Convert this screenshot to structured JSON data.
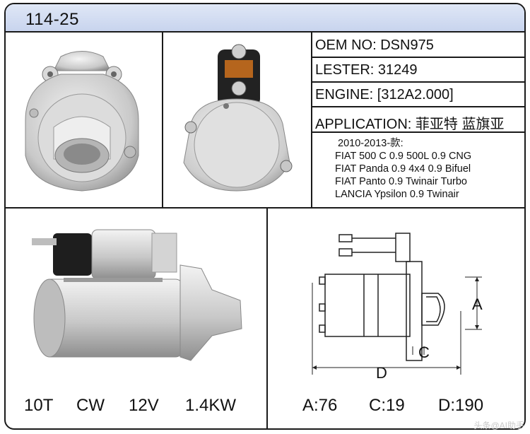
{
  "title": "114-25",
  "specs": {
    "oem": "OEM NO: DSN975",
    "lester": "LESTER: 31249",
    "engine": "ENGINE: [312A2.000]",
    "application": "APPLICATION: 菲亚特 蓝旗亚"
  },
  "applications": {
    "years": "2010-2013-款:",
    "items": [
      "FIAT 500 C 0.9 500L 0.9 CNG",
      "FIAT Panda 0.9 4x4 0.9 Bifuel",
      "FIAT Panto 0.9 Twinair Turbo",
      "LANCIA Ypsilon 0.9 Twinair"
    ]
  },
  "ratings": {
    "teeth": "10T",
    "rotation": "CW",
    "voltage": "12V",
    "power": "1.4KW"
  },
  "dimensions": {
    "label_a": "A",
    "label_c": "C",
    "label_d": "D",
    "a_value": "A:76",
    "c_value": "C:19",
    "d_value": "D:190"
  },
  "watermark": "头条@AI助手"
}
